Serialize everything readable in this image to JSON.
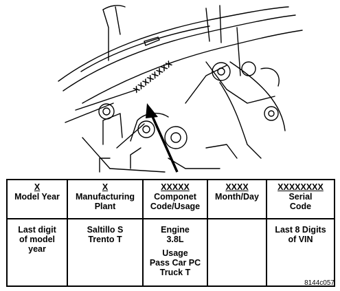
{
  "diagram": {
    "callout_code": "XXXXXXXX",
    "figure_id": "8144c057"
  },
  "table": {
    "columns": [
      {
        "code": "X",
        "header_lines": [
          "Model Year"
        ],
        "value_lines": [
          "Last digit",
          "of model",
          "year"
        ]
      },
      {
        "code": "X",
        "header_lines": [
          "Manufacturing",
          "Plant"
        ],
        "value_lines": [
          "Saltillo S",
          "Trento T"
        ]
      },
      {
        "code": "XXXXX",
        "header_lines": [
          "Componet",
          "Code/Usage"
        ],
        "value_lines": [
          "Engine",
          "3.8L"
        ],
        "value_lines_2": [
          "Usage",
          "Pass Car PC",
          "Truck T"
        ]
      },
      {
        "code": "XXXX",
        "header_lines": [
          "Month/Day"
        ],
        "value_lines": []
      },
      {
        "code": "XXXXXXXX",
        "header_lines": [
          "Serial",
          "Code"
        ],
        "value_lines": [
          "Last 8 Digits",
          "of VIN"
        ]
      }
    ]
  }
}
